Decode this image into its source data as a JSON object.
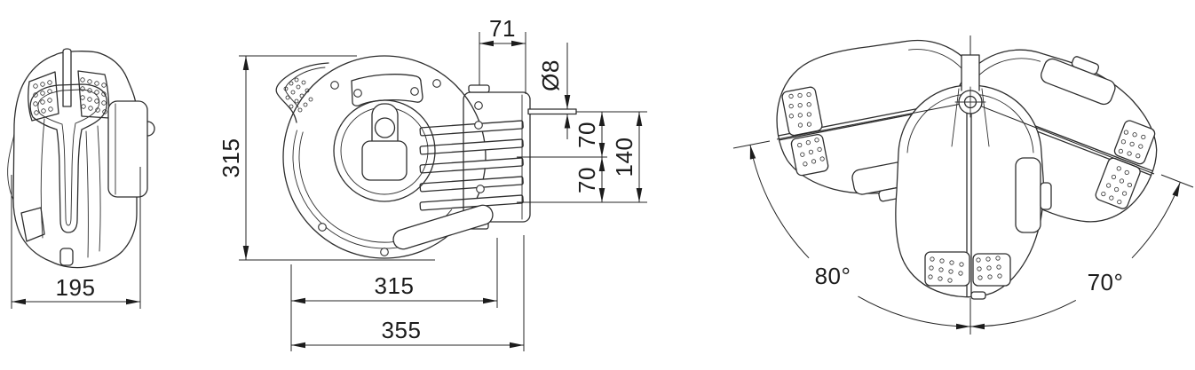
{
  "drawing": {
    "kind": "hose-reel-dimensional-drawing",
    "colors": {
      "line": "#2e2e2e",
      "text": "#1c1c1c",
      "background": "#ffffff"
    },
    "views": {
      "side": {
        "width_label": "195"
      },
      "front": {
        "height_label": "315",
        "bracket_width_label": "71",
        "hose_diameter_label": "Ø8",
        "outlet_spacing_upper_label": "70",
        "outlet_spacing_lower_label": "70",
        "outlet_spacing_total_label": "140",
        "body_width_label": "315",
        "overall_width_label": "355"
      },
      "swivel": {
        "left_angle_label": "80°",
        "right_angle_label": "70°"
      }
    }
  }
}
